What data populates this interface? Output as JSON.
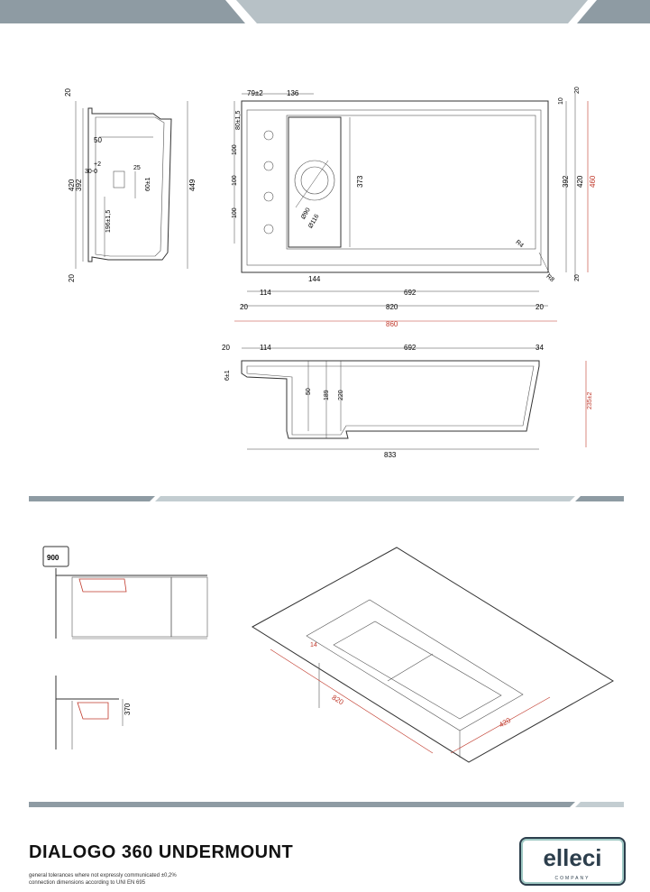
{
  "product_title": "DIALOGO 360 UNDERMOUNT",
  "notes": {
    "tolerances": "general tolerances where not expressly communicated ±0,2%",
    "connections": "connection dimensions according to UNI EN 695"
  },
  "brand": {
    "name": "elleci",
    "subtitle": "COMPANY"
  },
  "side_view": {
    "dim_top": "20",
    "dim_bottom": "20",
    "dim_height_420": "420",
    "dim_inner_392": "392",
    "dim_449": "449",
    "dim_50": "50",
    "dim_plus2": "+2",
    "dim_30_0": "30-0",
    "dim_25": "25",
    "dim_60": "60±1",
    "dim_196": "196±1,5"
  },
  "top_view": {
    "dim_79": "79±2",
    "dim_136": "136",
    "dim_80": "80±1,5",
    "dim_100_a": "100",
    "dim_100_b": "100",
    "dim_100_c": "100",
    "dim_373": "373",
    "dim_d90": "Ø90",
    "dim_d116": "Ø116",
    "dim_r4": "R4",
    "dim_r8": "R8",
    "dim_10": "10",
    "dim_20_top": "20",
    "dim_392": "392",
    "dim_420": "420",
    "dim_460": "460",
    "dim_20_bot": "20",
    "dim_114": "114",
    "dim_144": "144",
    "dim_692": "692",
    "dim_20_l": "20",
    "dim_820": "820",
    "dim_20_r": "20",
    "dim_860": "860"
  },
  "section_view": {
    "dim_20": "20",
    "dim_114": "114",
    "dim_692": "692",
    "dim_34": "34",
    "dim_6": "6±1",
    "dim_50": "50",
    "dim_189": "189",
    "dim_220": "220",
    "dim_235": "235±2",
    "dim_833": "833"
  },
  "install": {
    "cabinet": "900",
    "height": "370"
  },
  "iso": {
    "dim_14": "14",
    "dim_820": "820",
    "dim_420": "420"
  },
  "colors": {
    "band": "#8e9ba3",
    "band_light": "#c3cdd1",
    "red": "#c0392b",
    "logo": "#2c3e4c"
  }
}
